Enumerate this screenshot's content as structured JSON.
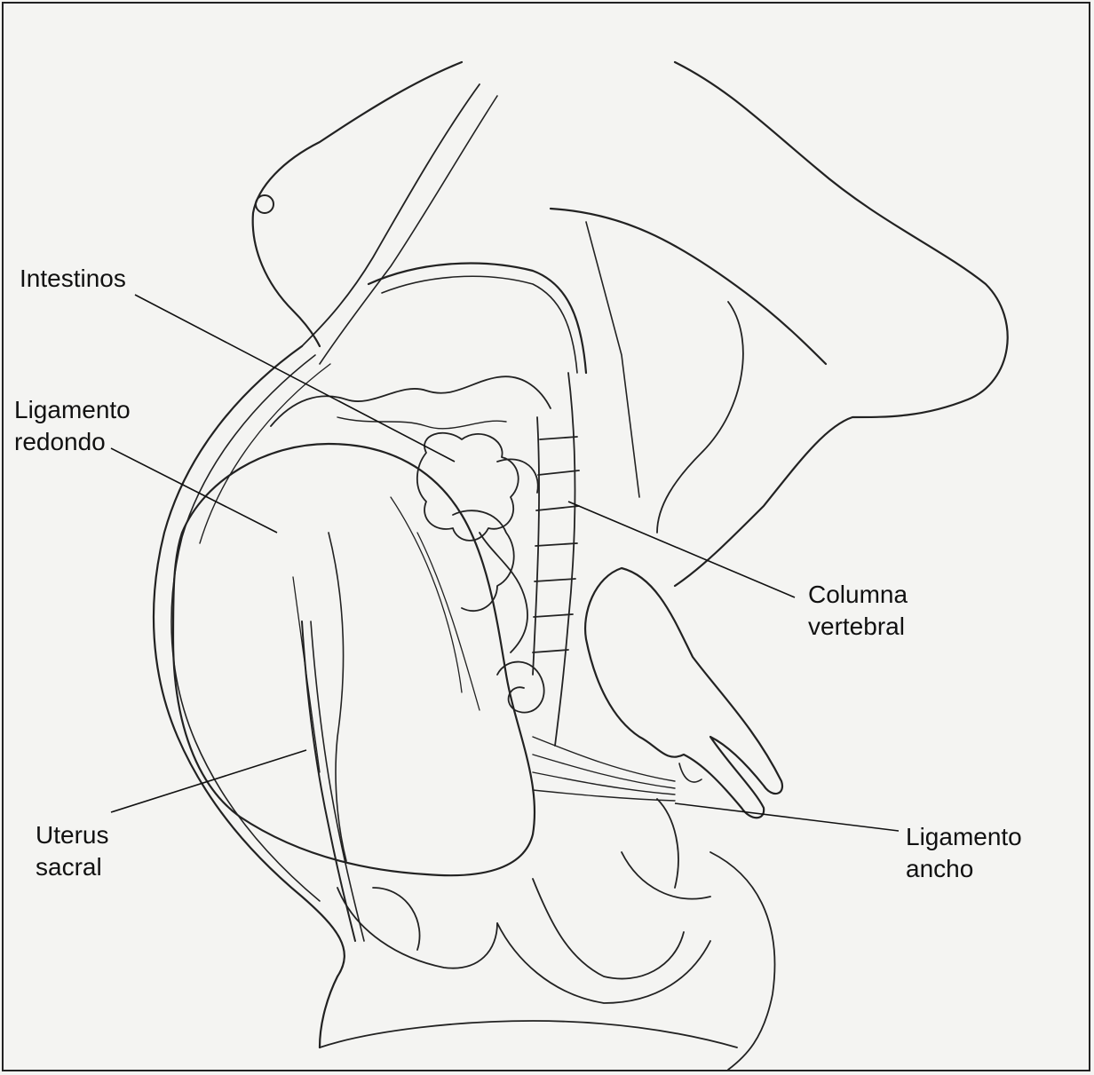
{
  "labels": {
    "intestinos": "Intestinos",
    "ligamento_redondo": "Ligamento\nredondo",
    "columna_vertebral": "Columna\nvertebral",
    "uterus_sacral": "Uterus\nsacral",
    "ligamento_ancho": "Ligamento\nancho"
  },
  "colors": {
    "background": "#f4f4f2",
    "ink": "#222222",
    "shade": "#b9b9b6"
  }
}
